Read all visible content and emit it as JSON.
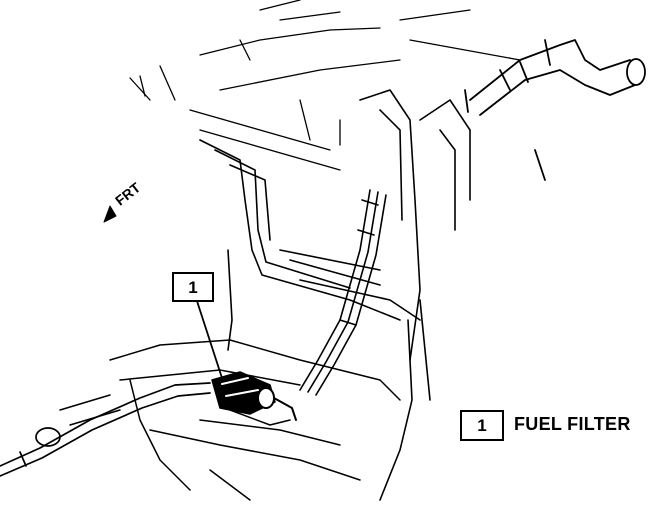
{
  "diagram": {
    "callout_number": "1",
    "legend": {
      "number": "1",
      "label": "FUEL FILTER"
    },
    "direction_label": "FRT",
    "colors": {
      "ink": "#000000",
      "paper": "#ffffff"
    }
  }
}
